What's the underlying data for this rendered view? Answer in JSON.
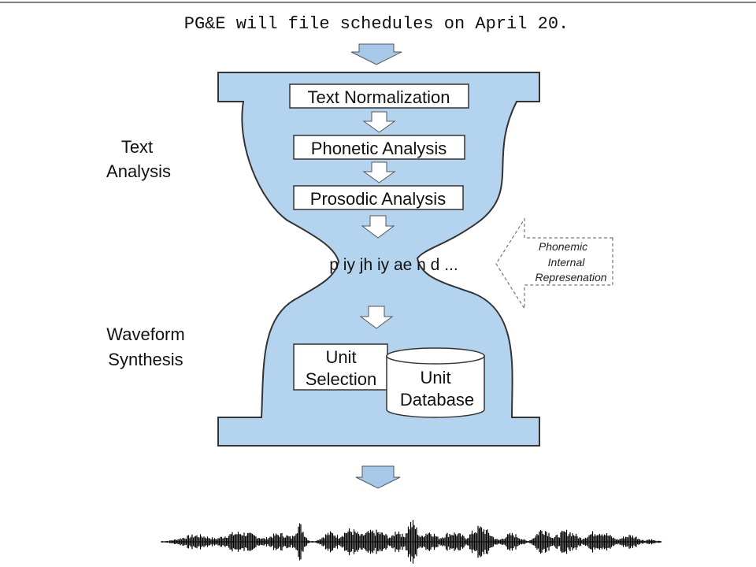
{
  "input_sentence": "PG&E will file schedules on April 20.",
  "text_analysis": {
    "side_label_line1": "Text",
    "side_label_line2": "Analysis",
    "steps": [
      "Text Normalization",
      "Phonetic Analysis",
      "Prosodic Analysis"
    ]
  },
  "phonemic_string": "p iy jh iy ae n d ...",
  "phonemic_callout": {
    "line1": "Phonemic",
    "line2": "Internal",
    "line3": "Represenation"
  },
  "waveform_synthesis": {
    "side_label_line1": "Waveform",
    "side_label_line2": "Synthesis",
    "unit_selection_line1": "Unit",
    "unit_selection_line2": "Selection",
    "unit_database_line1": "Unit",
    "unit_database_line2": "Database"
  },
  "colors": {
    "hourglass_fill": "#b3d3ee",
    "arrow_fill": "#a6c9ea",
    "outline": "#333333"
  }
}
